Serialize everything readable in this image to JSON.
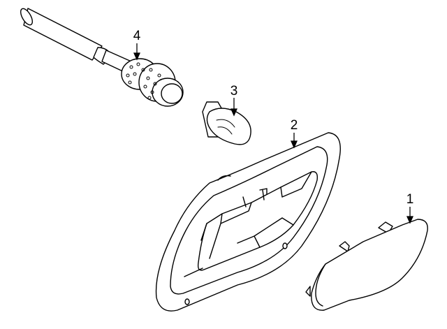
{
  "callouts": [
    {
      "id": "part-1",
      "label": "1"
    },
    {
      "id": "part-2",
      "label": "2"
    },
    {
      "id": "part-3",
      "label": "3"
    },
    {
      "id": "part-4",
      "label": "4"
    }
  ],
  "colors": {
    "stroke": "#000000",
    "fill": "#ffffff",
    "background": "#ffffff"
  }
}
